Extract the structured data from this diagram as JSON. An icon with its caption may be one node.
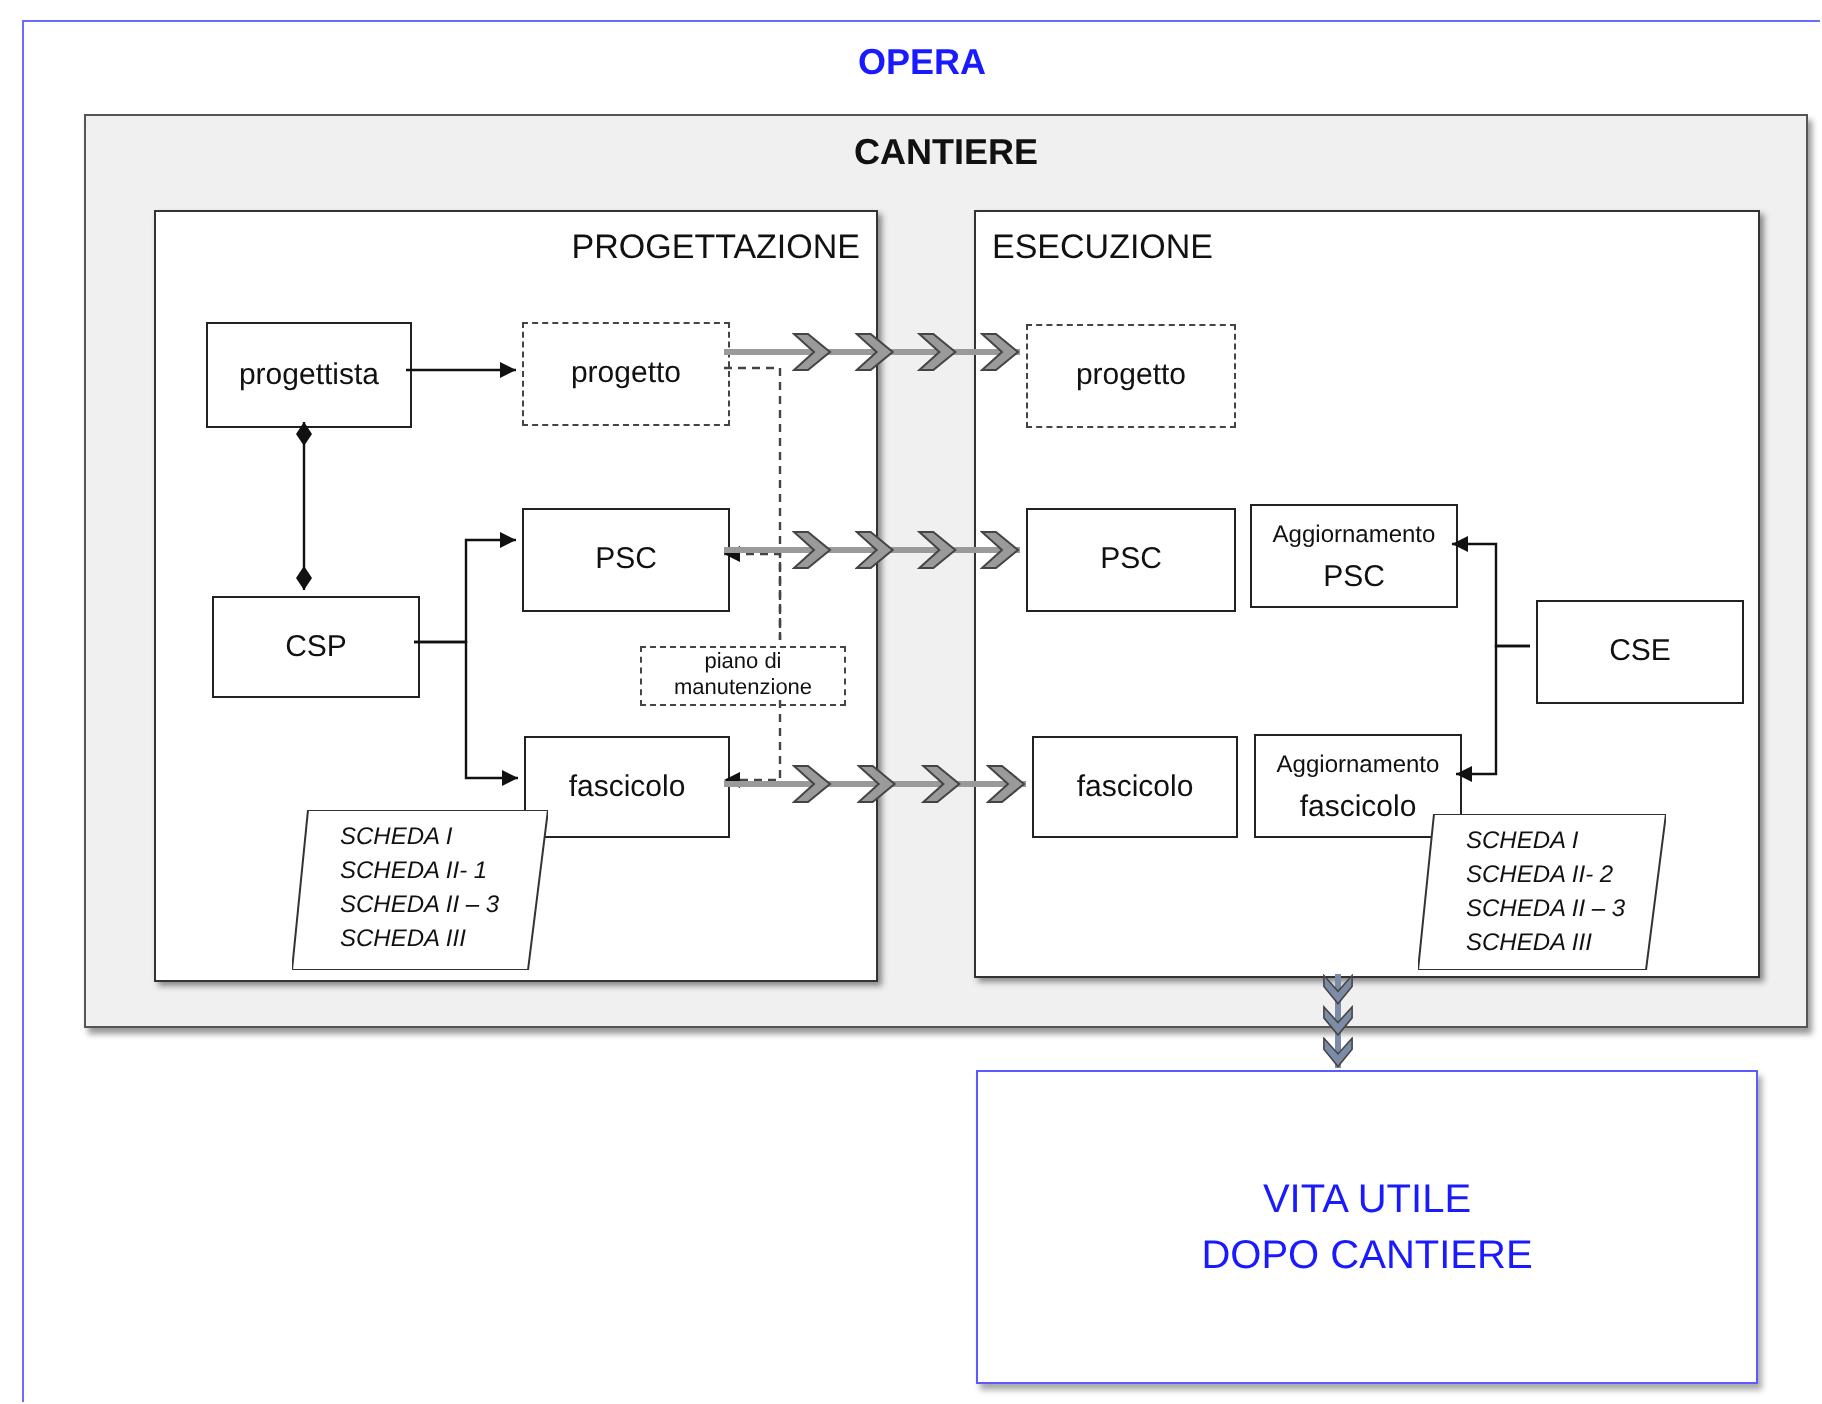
{
  "diagram": {
    "nodes": [
      {
        "text": [
          "OPERA"
        ]
      },
      {
        "text": [
          "CANTIERE"
        ],
        "in": 0
      },
      {
        "text": [
          "PROGETTAZIONE"
        ],
        "in": 1
      },
      {
        "text": [
          "progettista"
        ],
        "in": 2
      },
      {
        "text": [
          "progetto"
        ],
        "in": 2
      },
      {
        "text": [
          "CSP"
        ],
        "in": 2
      },
      {
        "text": [
          "PSC"
        ],
        "in": 2
      },
      {
        "text": [
          "piano di manutenzione"
        ],
        "in": 2
      },
      {
        "text": [
          "fascicolo"
        ],
        "in": 2
      },
      {
        "text": [
          "SCHEDA I",
          "SCHEDA II- 1",
          "SCHEDA II – 3",
          "SCHEDA III"
        ],
        "in": 2
      },
      {
        "text": [
          "ESECUZIONE"
        ],
        "in": 1
      },
      {
        "text": [
          "progetto"
        ],
        "in": 10
      },
      {
        "text": [
          "PSC"
        ],
        "in": 10
      },
      {
        "text": [
          "Aggiornamento",
          "PSC"
        ],
        "in": 10
      },
      {
        "text": [
          "CSE"
        ],
        "in": 10
      },
      {
        "text": [
          "fascicolo"
        ],
        "in": 10
      },
      {
        "text": [
          "Aggiornamento",
          "fascicolo"
        ],
        "in": 10
      },
      {
        "text": [
          "SCHEDA I",
          "SCHEDA II- 2",
          "SCHEDA II – 3",
          "SCHEDA III"
        ],
        "in": 10
      },
      {
        "text": [
          "VITA UTILE DOPO CANTIERE"
        ],
        "in": 0
      }
    ],
    "edges": [
      {
        "from": 3,
        "to": 4,
        "arrow": "to"
      },
      {
        "from": 3,
        "to": 5,
        "arrow": "other"
      },
      {
        "from": 5,
        "to": 6,
        "arrow": "to"
      },
      {
        "from": 5,
        "to": 8,
        "arrow": "to"
      },
      {
        "from": 4,
        "to": 7,
        "arrow": "none",
        "style": "dashed"
      },
      {
        "from": 7,
        "to": 6,
        "arrow": "to",
        "style": "dashed"
      },
      {
        "from": 7,
        "to": 8,
        "arrow": "to",
        "style": "dashed"
      },
      {
        "from": 4,
        "to": 11,
        "arrow": "to",
        "style": "thick",
        "color": "#9a9a9a"
      },
      {
        "from": 6,
        "to": 12,
        "arrow": "to",
        "style": "thick",
        "color": "#9a9a9a"
      },
      {
        "from": 8,
        "to": 15,
        "arrow": "to",
        "style": "thick",
        "color": "#9a9a9a"
      },
      {
        "from": 14,
        "to": 13,
        "arrow": "to"
      },
      {
        "from": 14,
        "to": 16,
        "arrow": "to"
      },
      {
        "from": 10,
        "to": 18,
        "arrow": "to",
        "style": "thick",
        "color": "#7d8ca6"
      }
    ]
  }
}
